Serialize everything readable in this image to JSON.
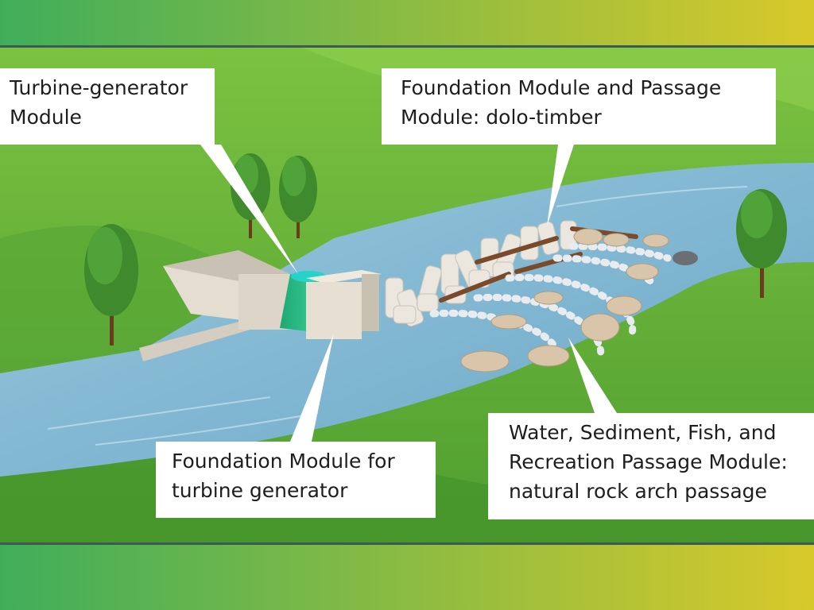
{
  "callouts": {
    "turbine": {
      "line1": "Turbine-generator",
      "line2": "Module"
    },
    "dolo": {
      "line1": "Foundation Module and Passage",
      "line2": "Module: dolo-timber"
    },
    "foundation": {
      "line1": "Foundation Module for",
      "line2": "turbine generator"
    },
    "passage": {
      "line1": "Water, Sediment, Fish, and",
      "line2": "Recreation Passage Module:",
      "line3": "natural rock arch passage"
    }
  },
  "colors": {
    "border_band_left": "#3fae5a",
    "border_band_right": "#d8c92a",
    "grass": "#63b33a",
    "grass_dark": "#3f8f2a",
    "water": "#7fb8d6",
    "concrete": "#d9d2c4",
    "turbine": "#1fbf8f",
    "rock": "#d8c7ae",
    "tree": "#3e8a2c",
    "callout_bg": "#ffffff",
    "callout_text": "#1e1e1e"
  },
  "icons": [
    "tree-icon",
    "dolo-block-icon",
    "boulder-icon",
    "turbine-icon",
    "log-icon"
  ]
}
